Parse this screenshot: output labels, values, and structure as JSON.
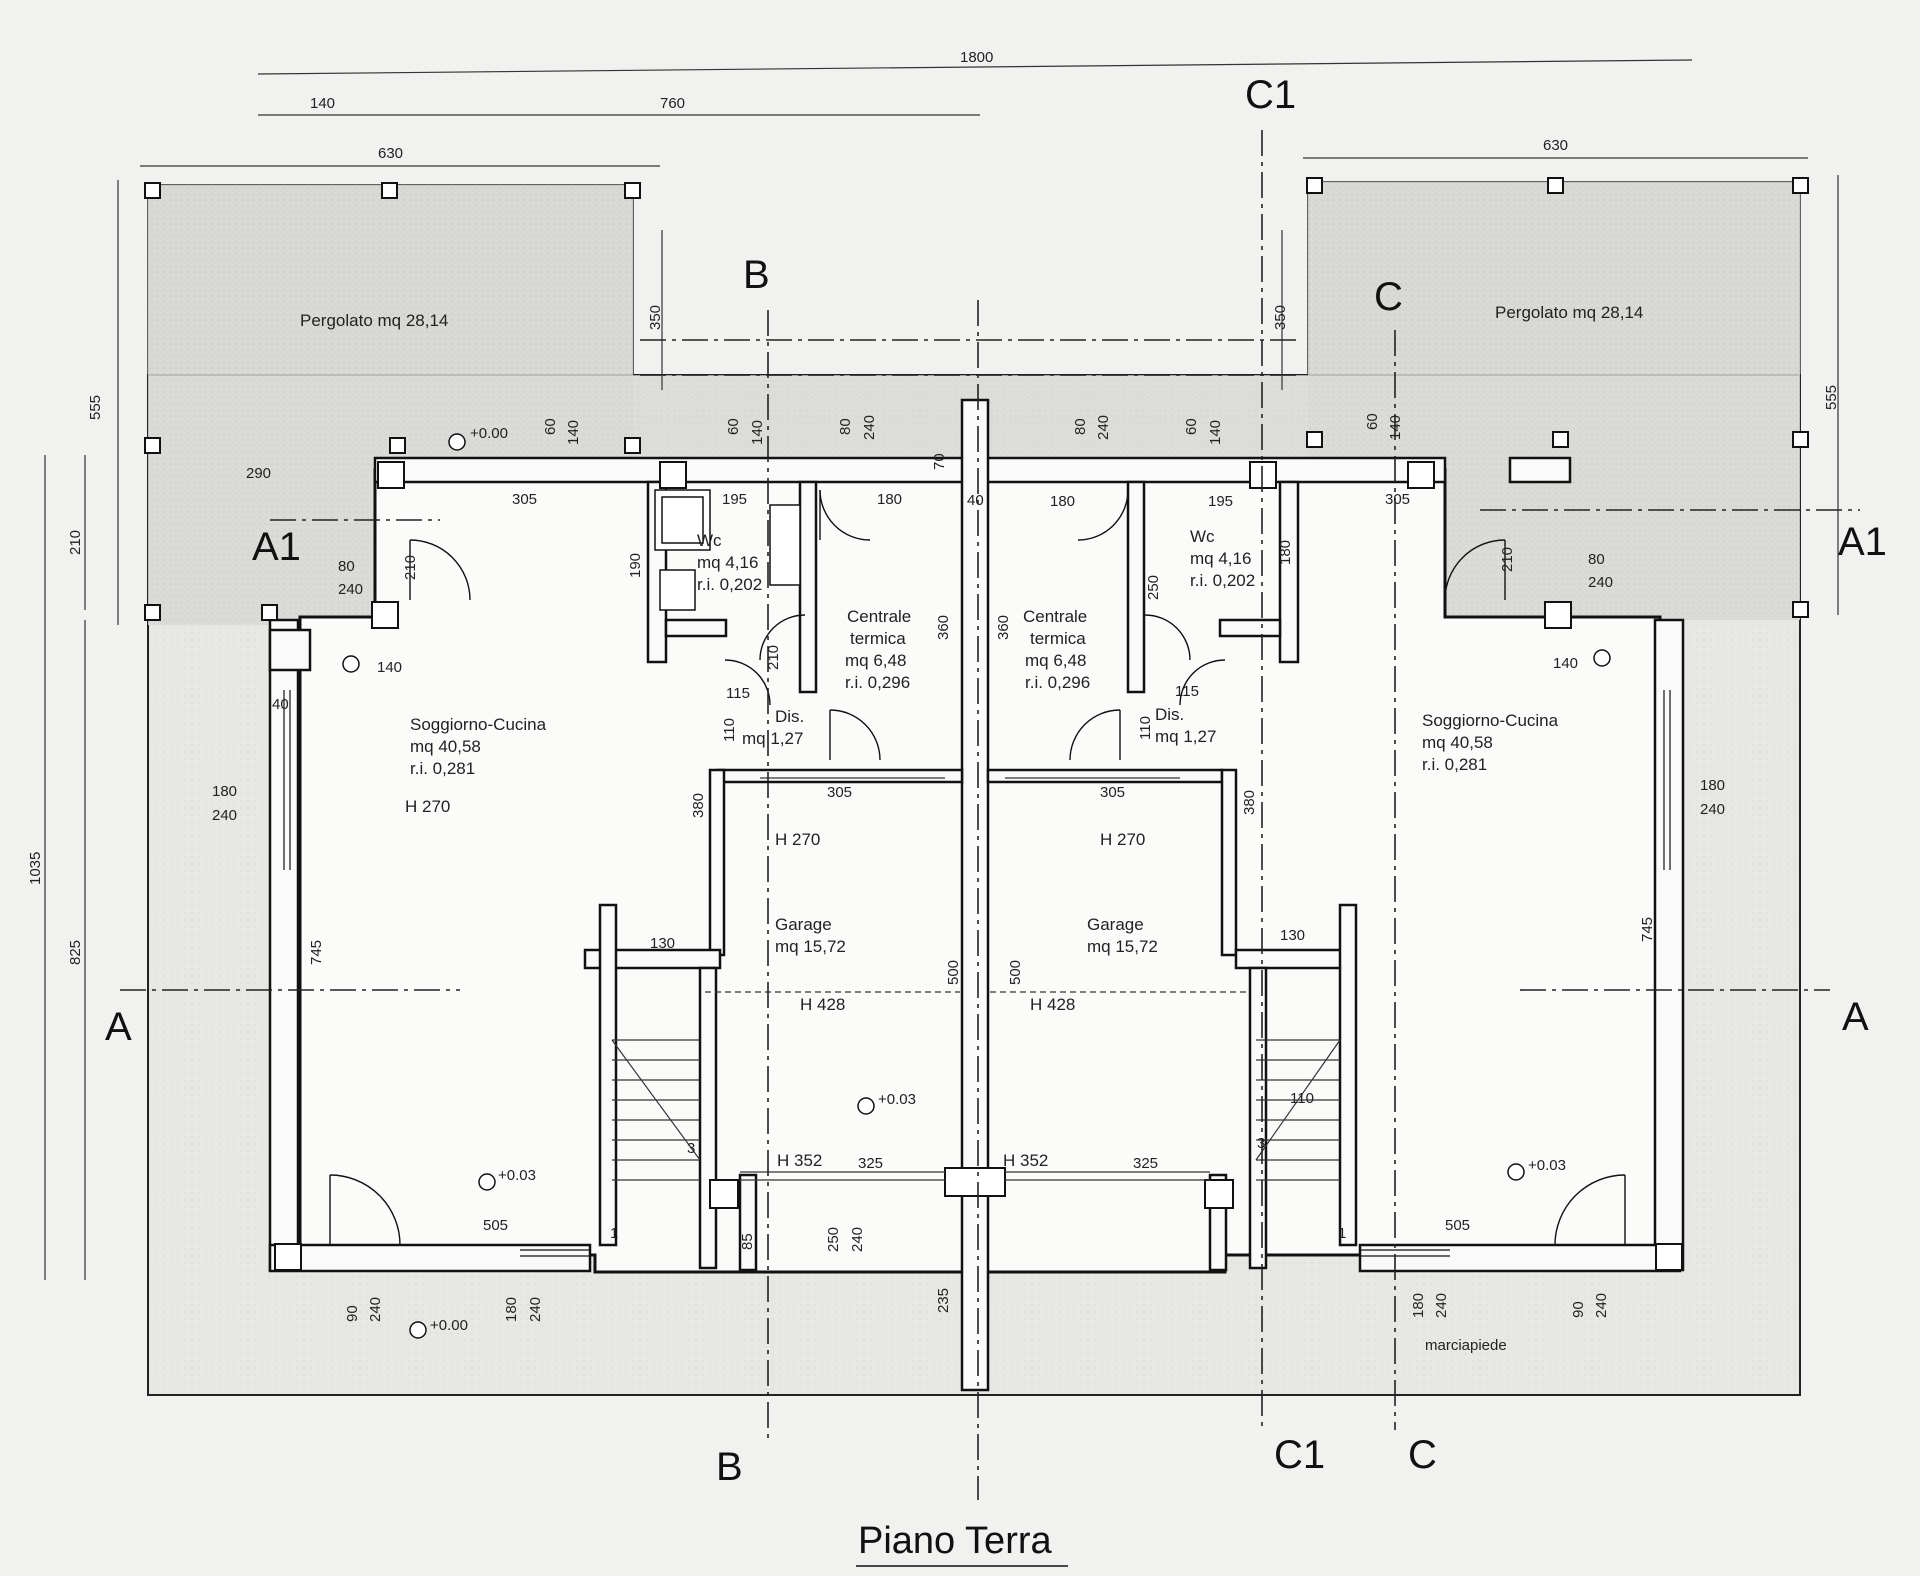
{
  "title": "Piano Terra",
  "overall_dims": {
    "total": "1800",
    "seg_140": "140",
    "seg_760": "760"
  },
  "pergola_dims": {
    "left_width": "630",
    "right_width": "630",
    "left_depth": "555",
    "right_depth": "555",
    "left_350": "350",
    "right_350": "350"
  },
  "side_dims": {
    "left_210": "210",
    "left_1035": "1035",
    "left_825": "825",
    "left_290": "290"
  },
  "sections": {
    "A_left": "A",
    "A_right": "A",
    "A1_left": "A1",
    "A1_right": "A1",
    "B_top": "B",
    "B_bottom": "B",
    "C_top": "C",
    "C_bottom": "C",
    "C1_top": "C1",
    "C1_bottom": "C1"
  },
  "rooms": {
    "pergola_left": "Pergolato mq 28,14",
    "pergola_right": "Pergolato mq 28,14",
    "living_left": {
      "name": "Soggiorno-Cucina",
      "area": "mq 40,58",
      "ri": "r.i. 0,281",
      "h": "H 270"
    },
    "living_right": {
      "name": "Soggiorno-Cucina",
      "area": "mq 40,58",
      "ri": "r.i. 0,281"
    },
    "wc_left": {
      "name": "Wc",
      "area": "mq 4,16",
      "ri": "r.i. 0,202"
    },
    "wc_right": {
      "name": "Wc",
      "area": "mq 4,16",
      "ri": "r.i. 0,202"
    },
    "ct_left": {
      "name1": "Centrale",
      "name2": "termica",
      "area": "mq 6,48",
      "ri": "r.i. 0,296"
    },
    "ct_right": {
      "name1": "Centrale",
      "name2": "termica",
      "area": "mq 6,48",
      "ri": "r.i. 0,296"
    },
    "dis_left": {
      "name": "Dis.",
      "area": "mq 1,27"
    },
    "dis_right": {
      "name": "Dis.",
      "area": "mq 1,27"
    },
    "garage_left": {
      "h1": "H 270",
      "name": "Garage",
      "area": "mq 15,72",
      "h2": "H 428",
      "h3": "H 352"
    },
    "garage_right": {
      "h1": "H 270",
      "name": "Garage",
      "area": "mq 15,72",
      "h2": "H 428",
      "h3": "H 352"
    },
    "sidewalk": "marciapiede"
  },
  "levels": {
    "l1": "+0.00",
    "l2": "+0.03",
    "l3": "+0.03",
    "l4": "+0.00",
    "l5": "+0.03"
  },
  "small_dims": {
    "d60": "60",
    "d140": "140",
    "d80": "80",
    "d240": "240",
    "d70": "70",
    "d40": "40",
    "d305": "305",
    "d195": "195",
    "d180": "180",
    "d190": "190",
    "d115": "115",
    "d110": "110",
    "d210": "210",
    "d360": "360",
    "d250": "250",
    "d380": "380",
    "d130": "130",
    "d745": "745",
    "d500": "500",
    "d325": "325",
    "d505": "505",
    "d90": "90",
    "d85": "85",
    "d235": "235",
    "d3": "3",
    "d1": "1",
    "d110b": "110"
  }
}
